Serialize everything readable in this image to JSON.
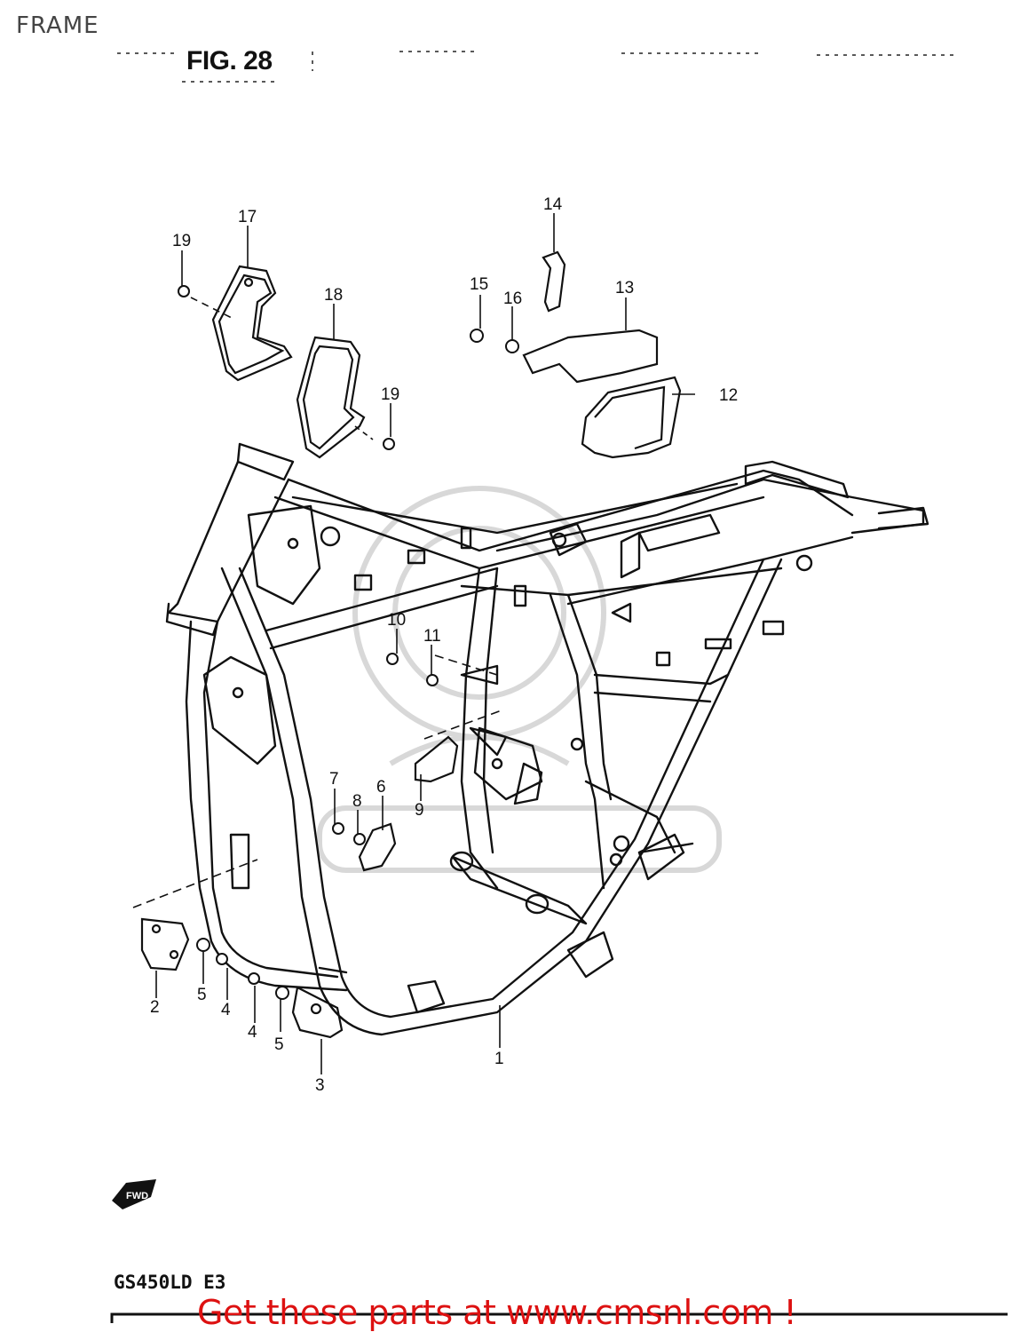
{
  "header": {
    "title": "FRAME",
    "figure": "FIG. 28"
  },
  "footer": {
    "model": "GS450LD  E3",
    "promo": "Get these parts at www.cmsnl.com !"
  },
  "fwd_badge": "FWD",
  "colors": {
    "line": "#111111",
    "promo": "#dd1111",
    "watermark": "#d8d8d8"
  },
  "callouts": [
    "1",
    "2",
    "3",
    "4",
    "4",
    "5",
    "5",
    "6",
    "7",
    "8",
    "9",
    "10",
    "11",
    "12",
    "13",
    "14",
    "15",
    "16",
    "17",
    "18",
    "19",
    "19"
  ]
}
